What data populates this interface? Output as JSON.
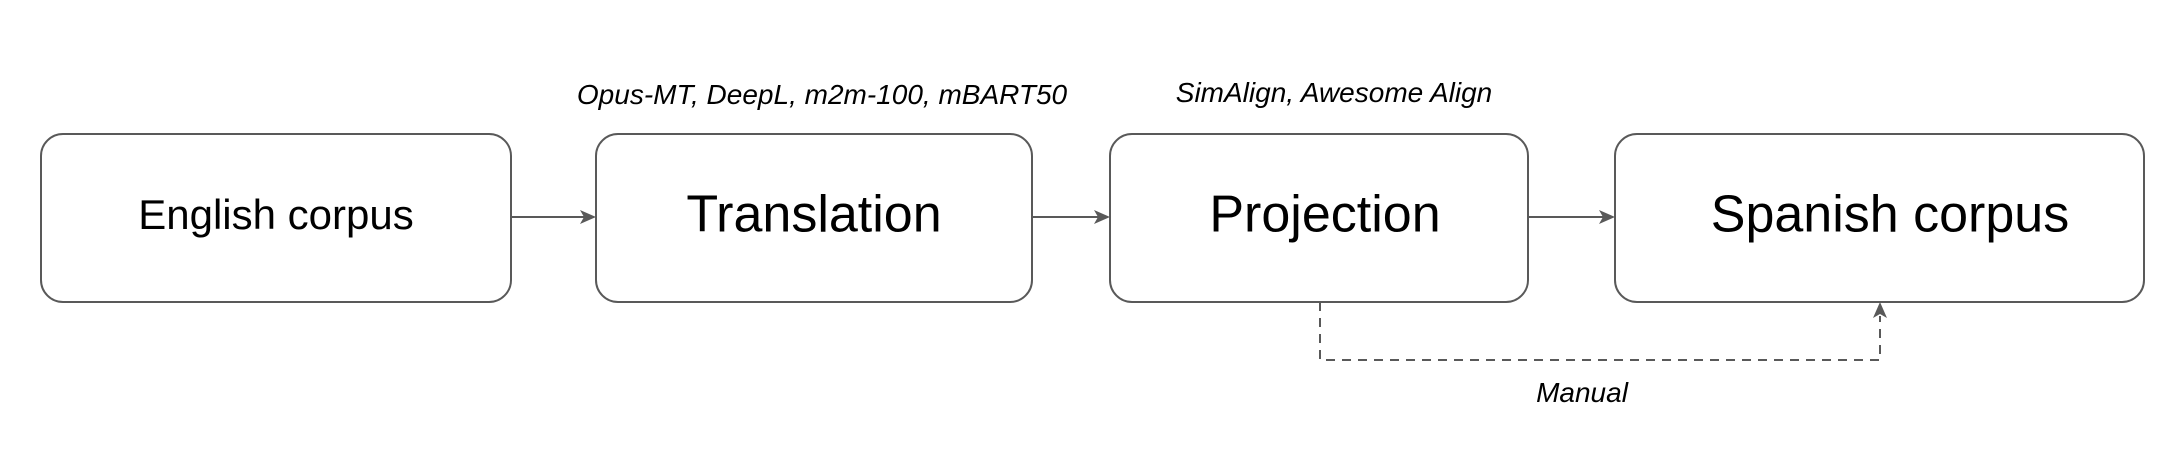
{
  "nodes": {
    "english": {
      "label": "English corpus"
    },
    "translation": {
      "label": "Translation"
    },
    "projection": {
      "label": "Projection"
    },
    "spanish": {
      "label": "Spanish corpus"
    }
  },
  "annotations": {
    "translation_tools": "Opus-MT, DeepL, m2m-100, mBART50",
    "projection_tools": "SimAlign, Awesome Align",
    "manual": "Manual"
  },
  "edges": [
    {
      "from": "english",
      "to": "translation",
      "style": "solid"
    },
    {
      "from": "translation",
      "to": "projection",
      "style": "solid"
    },
    {
      "from": "projection",
      "to": "spanish",
      "style": "solid"
    },
    {
      "from": "projection",
      "to": "spanish",
      "style": "dashed",
      "label": "annotations.manual"
    }
  ],
  "colors": {
    "stroke": "#595959",
    "text": "#000000",
    "background": "#ffffff"
  }
}
